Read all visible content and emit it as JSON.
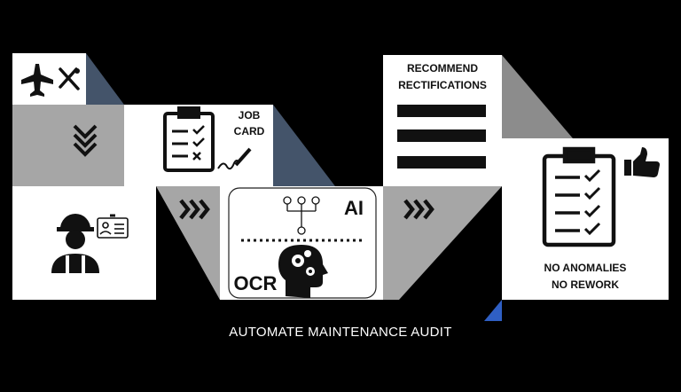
{
  "caption": "AUTOMATE MAINTENANCE AUDIT",
  "job_card": {
    "line1": "JOB",
    "line2": "CARD"
  },
  "ai_box": {
    "ai_label": "AI",
    "ocr_label": "OCR"
  },
  "recommend": {
    "line1": "RECOMMEND",
    "line2": "RECTIFICATIONS"
  },
  "result": {
    "line1": "NO ANOMALIES",
    "line2": "NO REWORK"
  },
  "colors": {
    "background": "#000000",
    "panel": "#ffffff",
    "connector_gray": "#a6a6a6",
    "connector_dark_gray": "#8c8c8c",
    "connector_blue": "#44546a",
    "accent_blue": "#2f5fc4"
  },
  "icons": [
    "airplane-icon",
    "wrench-screwdriver-icon",
    "chevron-down-icon",
    "clipboard-checklist-icon",
    "signature-pen-icon",
    "worker-icon",
    "id-badge-icon",
    "chevron-right-icon",
    "network-tree-icon",
    "ai-head-gears-icon",
    "thumbs-up-icon"
  ]
}
